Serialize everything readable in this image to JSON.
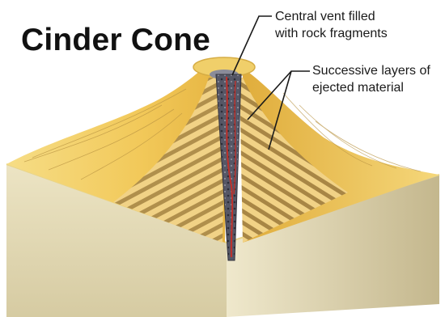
{
  "title": "Cinder Cone",
  "labels": {
    "central_vent": [
      "Central vent filled",
      "with rock fragments"
    ],
    "layers": [
      "Successive layers of",
      "ejected material"
    ]
  },
  "colors": {
    "block_front": "#e3dab8",
    "block_side": "#c9bc94",
    "cone_surface": "#f0c14a",
    "layer_light": "#f4d68a",
    "layer_dark": "#a88845",
    "vent": "#4f4f5c",
    "magma": "#c0302a"
  }
}
